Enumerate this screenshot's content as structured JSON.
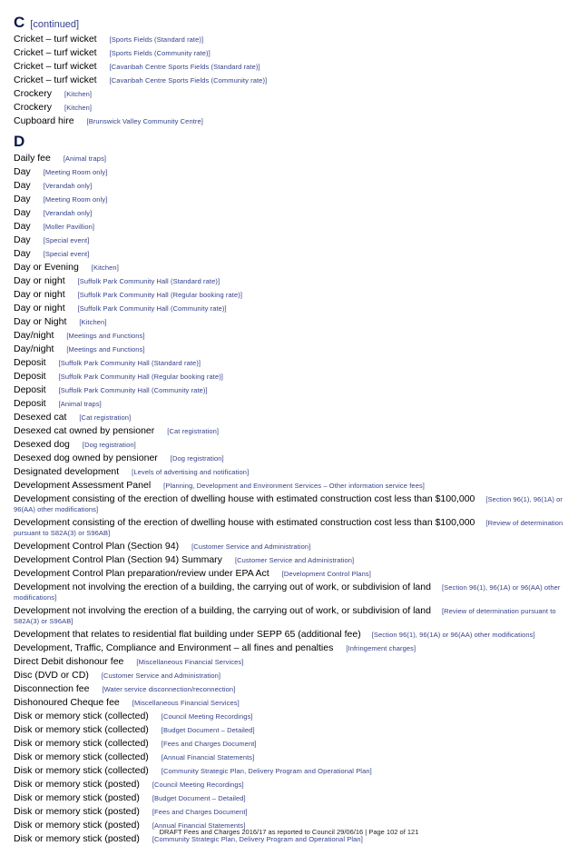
{
  "section_c": {
    "letter": "C",
    "note": "[continued]",
    "entries": [
      {
        "term": "Cricket – turf wicket",
        "category": "[Sports Fields (Standard rate)]"
      },
      {
        "term": "Cricket – turf wicket",
        "category": "[Sports Fields (Community rate)]"
      },
      {
        "term": "Cricket – turf wicket",
        "category": "[Cavanbah Centre Sports Fields (Standard rate)]"
      },
      {
        "term": "Cricket – turf wicket",
        "category": "[Cavanbah Centre Sports Fields (Community rate)]"
      },
      {
        "term": "Crockery",
        "category": "[Kitchen]"
      },
      {
        "term": "Crockery",
        "category": "[Kitchen]"
      },
      {
        "term": "Cupboard hire",
        "category": "[Brunswick Valley Community Centre]"
      }
    ]
  },
  "section_d": {
    "letter": "D",
    "entries": [
      {
        "term": "Daily fee",
        "category": "[Animal traps]"
      },
      {
        "term": "Day",
        "category": "[Meeting Room only]"
      },
      {
        "term": "Day",
        "category": "[Verandah only]"
      },
      {
        "term": "Day",
        "category": "[Meeting Room only]"
      },
      {
        "term": "Day",
        "category": "[Verandah only]"
      },
      {
        "term": "Day",
        "category": "[Moller Pavillion]"
      },
      {
        "term": "Day",
        "category": "[Special event]"
      },
      {
        "term": "Day",
        "category": "[Special event]"
      },
      {
        "term": "Day or Evening",
        "category": "[Kitchen]"
      },
      {
        "term": "Day or night",
        "category": "[Suffolk Park Community Hall (Standard rate)]"
      },
      {
        "term": "Day or night",
        "category": "[Suffolk Park Community Hall (Regular booking rate)]"
      },
      {
        "term": "Day or night",
        "category": "[Suffolk Park Community Hall (Community rate)]"
      },
      {
        "term": "Day or Night",
        "category": "[Kitchen]"
      },
      {
        "term": "Day/night",
        "category": "[Meetings and Functions]"
      },
      {
        "term": "Day/night",
        "category": "[Meetings and Functions]"
      },
      {
        "term": "Deposit",
        "category": "[Suffolk Park Community Hall (Standard rate)]"
      },
      {
        "term": "Deposit",
        "category": "[Suffolk Park Community Hall (Regular booking rate)]"
      },
      {
        "term": "Deposit",
        "category": "[Suffolk Park Community Hall (Community rate)]"
      },
      {
        "term": "Deposit",
        "category": "[Animal traps]"
      },
      {
        "term": "Desexed cat",
        "category": "[Cat registration]"
      },
      {
        "term": "Desexed cat owned by pensioner",
        "category": "[Cat registration]"
      },
      {
        "term": "Desexed dog",
        "category": "[Dog registration]"
      },
      {
        "term": "Desexed dog owned by pensioner",
        "category": "[Dog registration]"
      },
      {
        "term": "Designated development",
        "category": "[Levels of advertising and notification]"
      },
      {
        "term": "Development Assessment Panel",
        "category": "[Planning, Development and Environment Services – Other information service fees]"
      },
      {
        "term": "Development consisting of the erection of dwelling house with estimated construction cost less than $100,000",
        "category": "[Section 96(1), 96(1A) or 96(AA) other modifications]",
        "wrap": true
      },
      {
        "term": "Development consisting of the erection of dwelling house with estimated construction cost less than $100,000",
        "category": "[Review of determination pursuant to S82A(3) or S96AB]",
        "wrap": true
      },
      {
        "term": "Development Control Plan (Section 94)",
        "category": "[Customer Service and Administration]"
      },
      {
        "term": "Development Control Plan (Section 94) Summary",
        "category": "[Customer Service and Administration]"
      },
      {
        "term": "Development Control Plan preparation/review under EPA Act",
        "category": "[Development Control Plans]"
      },
      {
        "term": "Development not involving the erection of a building, the carrying out of work, or subdivision of land",
        "category": "[Section 96(1), 96(1A) or 96(AA) other modifications]",
        "wrap": true
      },
      {
        "term": "Development not involving the erection of a building, the carrying out of work, or subdivision of land",
        "category": "[Review of determination pursuant to S82A(3) or S96AB]",
        "wrap": true
      },
      {
        "term": "Development that relates to residential flat building under SEPP 65 (additional fee)",
        "category": "[Section 96(1), 96(1A) or 96(AA) other modifications]",
        "wrap": true
      },
      {
        "term": "Development, Traffic, Compliance and Environment – all fines and penalties",
        "category": "[Infringement charges]"
      },
      {
        "term": "Direct Debit dishonour fee",
        "category": "[Miscellaneous Financial Services]"
      },
      {
        "term": "Disc (DVD or CD)",
        "category": "[Customer Service and Administration]"
      },
      {
        "term": "Disconnection fee",
        "category": "[Water service disconnection/reconnection]"
      },
      {
        "term": "Dishonoured Cheque fee",
        "category": "[Miscellaneous Financial Services]"
      },
      {
        "term": "Disk or memory stick (collected)",
        "category": "[Council Meeting Recordings]"
      },
      {
        "term": "Disk or memory stick (collected)",
        "category": "[Budget Document – Detailed]"
      },
      {
        "term": "Disk or memory stick (collected)",
        "category": "[Fees and Charges Document]"
      },
      {
        "term": "Disk or memory stick (collected)",
        "category": "[Annual Financial Statements]"
      },
      {
        "term": "Disk or memory stick (collected)",
        "category": "[Community Strategic Plan, Delivery Program and Operational Plan]"
      },
      {
        "term": "Disk or memory stick (posted)",
        "category": "[Council Meeting Recordings]"
      },
      {
        "term": "Disk or memory stick (posted)",
        "category": "[Budget Document – Detailed]"
      },
      {
        "term": "Disk or memory stick (posted)",
        "category": "[Fees and Charges Document]"
      },
      {
        "term": "Disk or memory stick (posted)",
        "category": "[Annual Financial Statements]"
      },
      {
        "term": "Disk or memory stick (posted)",
        "category": "[Community Strategic Plan, Delivery Program and Operational Plan]"
      }
    ]
  },
  "footer": "DRAFT Fees and Charges 2016/17 as reported to Council 29/06/16 | Page 102 of 121"
}
